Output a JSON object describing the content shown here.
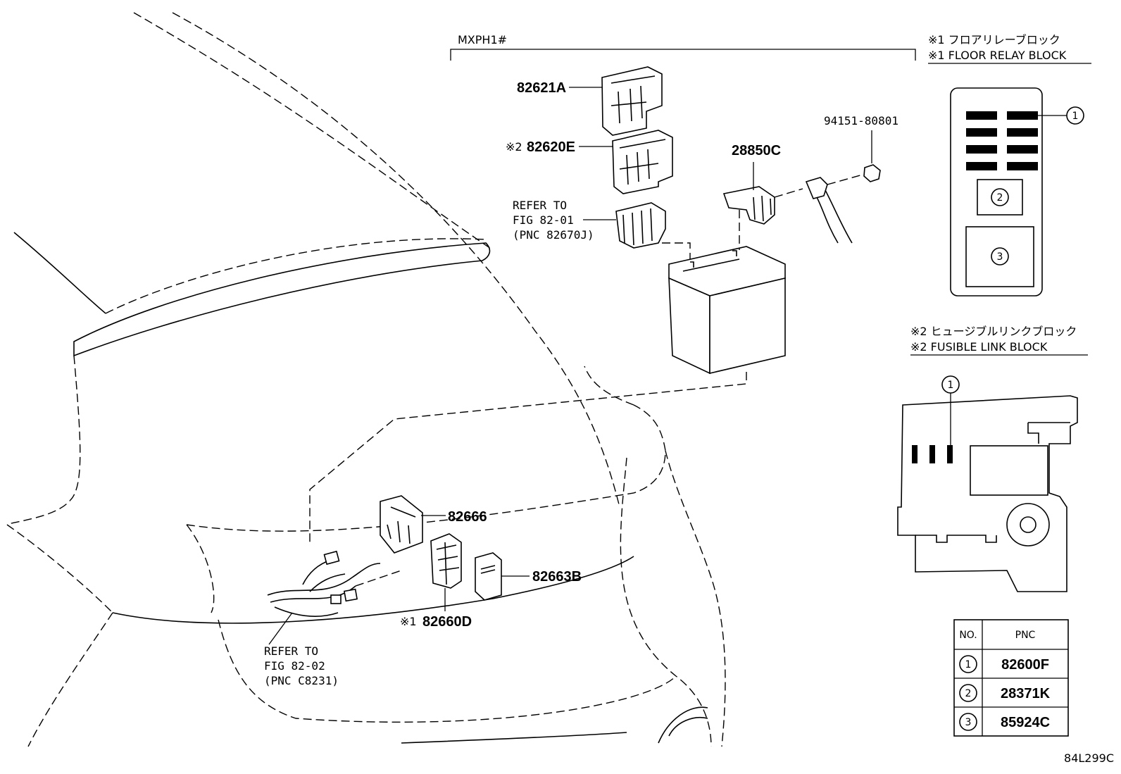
{
  "header": {
    "model": "MXPH1#"
  },
  "notes": {
    "note1_jp": "※1 フロアリレーブロック",
    "note1_en": "※1 FLOOR RELAY BLOCK",
    "note2_jp": "※2 ヒュージブルリンクブロック",
    "note2_en": "※2 FUSIBLE LINK BLOCK"
  },
  "parts": {
    "p82621A": "82621A",
    "p82620E_mark": "※2",
    "p82620E": "82620E",
    "p28850C": "28850C",
    "p94151": "94151-80801",
    "p82666": "82666",
    "p82663B": "82663B",
    "p82660D_mark": "※1",
    "p82660D": "82660D"
  },
  "refs": {
    "ref1": [
      "REFER TO",
      "FIG 82-01",
      "(PNC 82670J)"
    ],
    "ref2": [
      "REFER TO",
      "FIG 82-02",
      "(PNC C8231)"
    ]
  },
  "callouts": {
    "c1": "1",
    "c2": "2",
    "c3": "3"
  },
  "table": {
    "headers": [
      "NO.",
      "PNC"
    ],
    "rows": [
      {
        "no": "1",
        "pnc": "82600F"
      },
      {
        "no": "2",
        "pnc": "28371K"
      },
      {
        "no": "3",
        "pnc": "85924C"
      }
    ]
  },
  "figure_code": "84L299C"
}
